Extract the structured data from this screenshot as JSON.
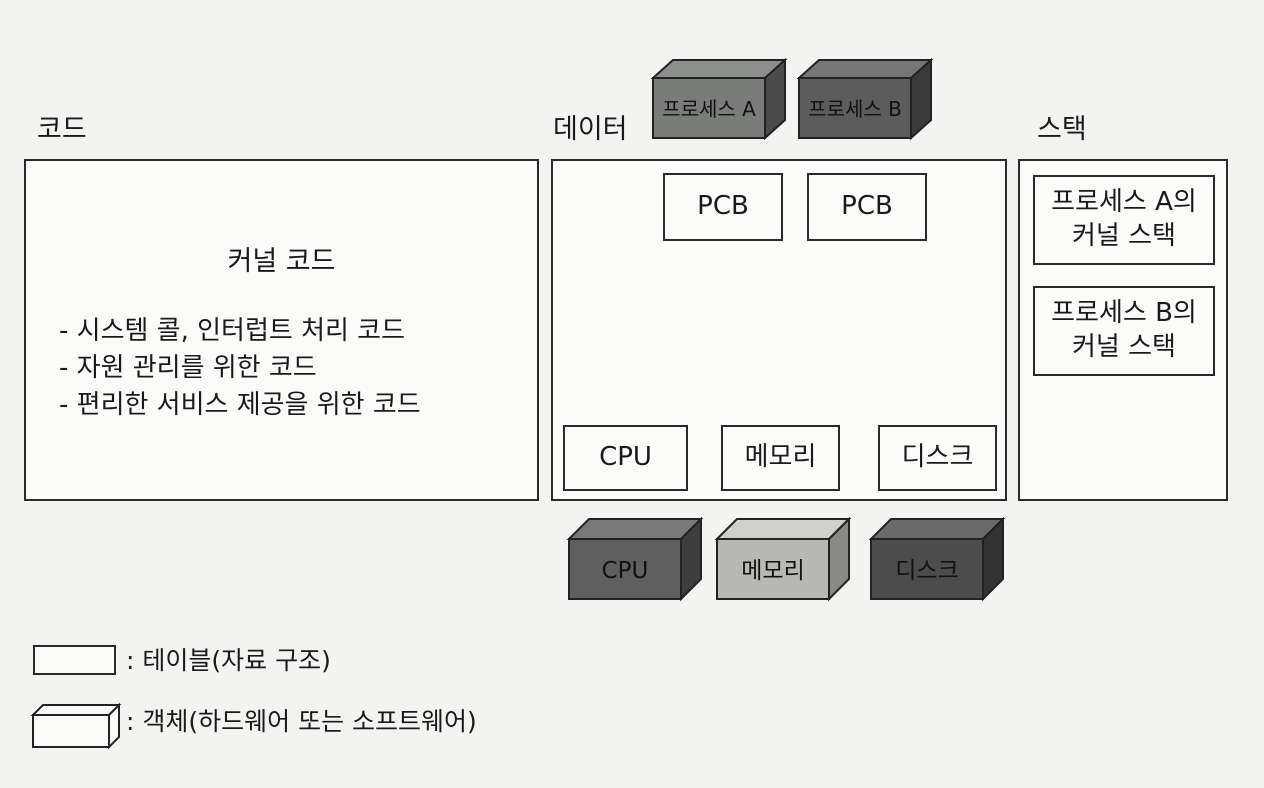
{
  "headings": {
    "code": "코드",
    "data": "데이터",
    "stack": "스택"
  },
  "kernel": {
    "title": "커널 코드",
    "items": [
      "- 시스템 콜, 인터럽트 처리 코드",
      "- 자원 관리를 위한 코드",
      "- 편리한 서비스 제공을 위한 코드"
    ]
  },
  "data_tables": {
    "pcb_1": "PCB",
    "pcb_2": "PCB",
    "cpu": "CPU",
    "memory": "메모리",
    "disk": "디스크"
  },
  "stack_tables": {
    "process_a": "프로세스 A의\n커널 스택",
    "process_b": "프로세스 B의\n커널 스택"
  },
  "objects": {
    "process_a": "프로세스 A",
    "process_b": "프로세스 B",
    "cpu": "CPU",
    "memory": "메모리",
    "disk": "디스크"
  },
  "colors": {
    "process_a": "#7a7c7a",
    "process_b": "#5c5c5c",
    "cpu": "#5f5f5f",
    "memory": "#b8b8b5",
    "disk": "#4c4c4c"
  },
  "legend": {
    "table": ": 테이블(자료 구조)",
    "object": ": 객체(하드웨어 또는 소프트웨어)"
  }
}
